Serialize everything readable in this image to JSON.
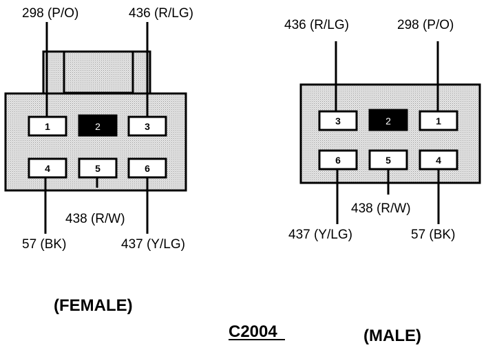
{
  "female": {
    "title": "(FEMALE)",
    "pins": {
      "p1": "1",
      "p2": "2",
      "p3": "3",
      "p4": "4",
      "p5": "5",
      "p6": "6"
    },
    "wires": {
      "w298": "298 (P/O)",
      "w436": "436 (R/LG)",
      "w438": "438 (R/W)",
      "w57": "57 (BK)",
      "w437": "437 (Y/LG)"
    }
  },
  "male": {
    "title": "(MALE)",
    "pins": {
      "p1": "1",
      "p2": "2",
      "p3": "3",
      "p4": "4",
      "p5": "5",
      "p6": "6"
    },
    "wires": {
      "w436": "436 (R/LG)",
      "w298": "298 (P/O)",
      "w438": "438 (R/W)",
      "w437": "437 (Y/LG)",
      "w57": "57 (BK)"
    }
  },
  "connector_id": "C2004",
  "colors": {
    "line": "#000000",
    "body_fill": "#d8d8d8",
    "pin_fill": "#ffffff",
    "blocked_pin": "#000000"
  }
}
